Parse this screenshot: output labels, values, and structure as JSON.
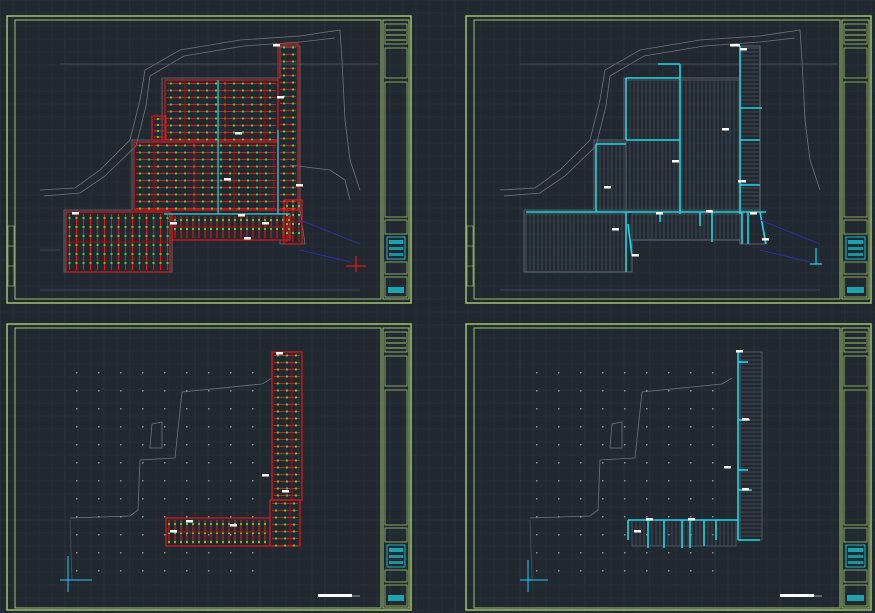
{
  "viewport": {
    "background": "#212830",
    "grid_color": "#2b343e",
    "grid_major_color": "#323c47"
  },
  "colors": {
    "frame": "#9fc36e",
    "frame_inner": "#7fa356",
    "pipe_red": "#e01818",
    "pipe_dark_red": "#a01010",
    "pipe_cyan": "#1ad9e6",
    "sprinkler_green": "#38d838",
    "building_outline": "#6b7580",
    "building_hatch": "#4a525c",
    "label_white": "#ffffff",
    "ucs_cyan": "#26c9ff",
    "leader_blue": "#3030c0"
  },
  "sheets": [
    {
      "id": "sheet-1",
      "name": "sprinkler-layout-plan-upper-left",
      "pipe_system": "red"
    },
    {
      "id": "sheet-2",
      "name": "main-pipe-layout-plan-upper-right",
      "pipe_system": "cyan"
    },
    {
      "id": "sheet-3",
      "name": "sprinkler-layout-plan-lower-left",
      "pipe_system": "red"
    },
    {
      "id": "sheet-4",
      "name": "main-pipe-layout-plan-lower-right",
      "pipe_system": "cyan"
    }
  ]
}
